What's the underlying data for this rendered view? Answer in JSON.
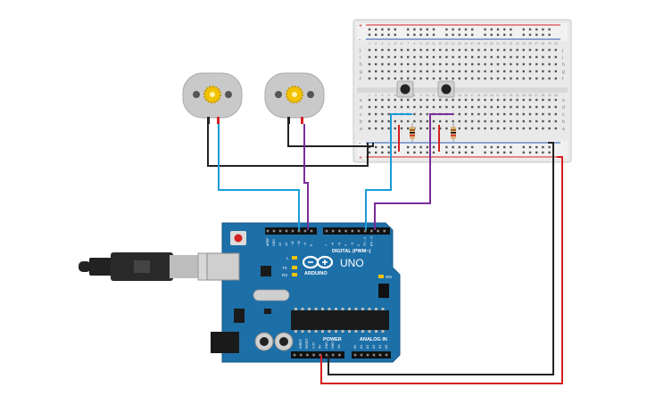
{
  "board": {
    "logo_text": "ARDUINO",
    "model": "UNO",
    "digital_header_label": "DIGITAL (PWM~)",
    "power_label": "POWER",
    "analog_label": "ANALOG IN",
    "led_labels": [
      "L",
      "TX",
      "RX",
      "ON"
    ],
    "digital_pin_labels": [
      "AREF",
      "GND",
      "13",
      "12",
      "~11",
      "~10",
      "~9",
      "8",
      "7",
      "~6",
      "~5",
      "4",
      "~3",
      "2",
      "TX→1",
      "RX←0"
    ],
    "power_pin_labels": [
      "IOREF",
      "RESET",
      "3.3V",
      "5V",
      "GND",
      "GND",
      "Vin"
    ],
    "analog_pin_labels": [
      "A0",
      "A1",
      "A2",
      "A3",
      "A4",
      "A5"
    ]
  },
  "breadboard": {
    "row_letters_top": [
      "j",
      "i",
      "h",
      "g",
      "f"
    ],
    "row_letters_bottom": [
      "e",
      "d",
      "c",
      "b",
      "a"
    ],
    "column_numbers": [
      "1",
      "2",
      "3",
      "4",
      "5",
      "6",
      "7",
      "8",
      "9",
      "10",
      "11",
      "12",
      "13",
      "14",
      "15",
      "16",
      "17",
      "18",
      "19",
      "20",
      "21",
      "22",
      "23",
      "24",
      "25",
      "26",
      "27",
      "28",
      "29",
      "30"
    ],
    "rail_plus": "+",
    "rail_minus": "-"
  },
  "colors": {
    "board_blue": "#1d6fa8",
    "wire_blue": "#1a9bd7",
    "wire_purple": "#7a2c9a",
    "wire_red": "#d42020",
    "wire_black": "#222222",
    "breadboard": "#e9e9e9",
    "motor_body": "#c9c9c9",
    "motor_gear": "#f2c200"
  }
}
